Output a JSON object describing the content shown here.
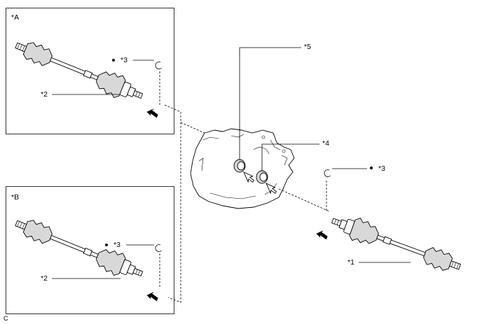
{
  "panel_a": {
    "title": "*A",
    "part_label": "*2",
    "clip_label": "*3",
    "clip_marker": "●"
  },
  "panel_b": {
    "title": "*B",
    "part_label": "*2",
    "clip_label": "*3",
    "clip_marker": "●"
  },
  "main": {
    "shaft_label": "*1",
    "seal_lower_label": "*4",
    "seal_upper_label": "*5",
    "clip_label": "*3",
    "clip_marker": "●"
  },
  "footer_code": "C"
}
